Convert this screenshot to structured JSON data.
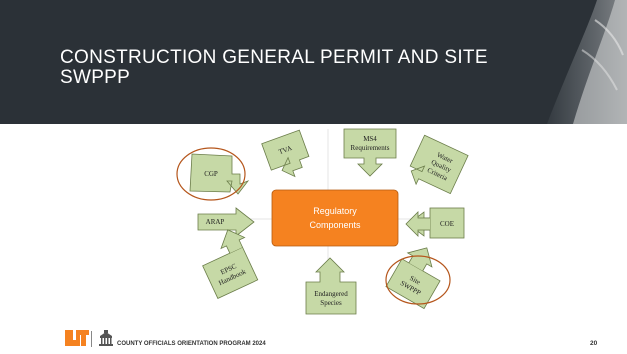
{
  "slide": {
    "title": "CONSTRUCTION GENERAL PERMIT AND SITE SWPPP",
    "page_number": "20",
    "footer_text": "COUNTY OFFICIALS ORIENTATION PROGRAM 2024"
  },
  "diagram": {
    "center": {
      "line1": "Regulatory",
      "line2": "Components"
    },
    "nodes": {
      "cgp": "CGP",
      "tva": "TVA",
      "ms4_l1": "MS4",
      "ms4_l2": "Requirements",
      "wq_l1": "Water",
      "wq_l2": "Quality",
      "wq_l3": "Criteria",
      "arap": "ARAP",
      "coe": "COE",
      "epsc_l1": "EPSC",
      "epsc_l2": "Handbook",
      "es_l1": "Endangered",
      "es_l2": "Species",
      "swppp_l1": "Site",
      "swppp_l2": "SWPPP"
    }
  },
  "colors": {
    "header_bg": "#2b3137",
    "center_fill": "#f58220",
    "arrow_fill": "#c6d9a6",
    "arrow_stroke": "#6b7d4a",
    "highlight_circle": "#b5561c",
    "ut_orange": "#f58220"
  }
}
